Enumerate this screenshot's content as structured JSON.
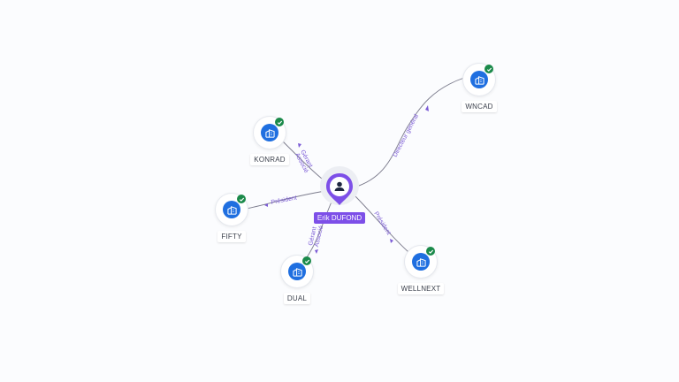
{
  "person": {
    "name": "Erik DUFOND",
    "icon": "person-icon",
    "color": "#7d4fe8"
  },
  "companies": [
    {
      "id": "wncad",
      "name": "WNCAD",
      "icon": "building-icon",
      "verified": true
    },
    {
      "id": "konrad",
      "name": "KONRAD",
      "icon": "building-icon",
      "verified": true
    },
    {
      "id": "fifty",
      "name": "FIFTY",
      "icon": "building-icon",
      "verified": true
    },
    {
      "id": "dual",
      "name": "DUAL",
      "icon": "building-icon",
      "verified": true
    },
    {
      "id": "wellnext",
      "name": "WELLNEXT",
      "icon": "building-icon",
      "verified": true
    }
  ],
  "relations": [
    {
      "to": "wncad",
      "labels": [
        "Directeur général"
      ]
    },
    {
      "to": "konrad",
      "labels": [
        "Gérant",
        "Associé"
      ]
    },
    {
      "to": "fifty",
      "labels": [
        "Président"
      ]
    },
    {
      "to": "dual",
      "labels": [
        "Gérant",
        "Associé"
      ]
    },
    {
      "to": "wellnext",
      "labels": [
        "Président"
      ]
    }
  ],
  "colors": {
    "company": "#1f6fe0",
    "verified": "#1b8a4a",
    "relation_label": "#7c5cd6"
  }
}
